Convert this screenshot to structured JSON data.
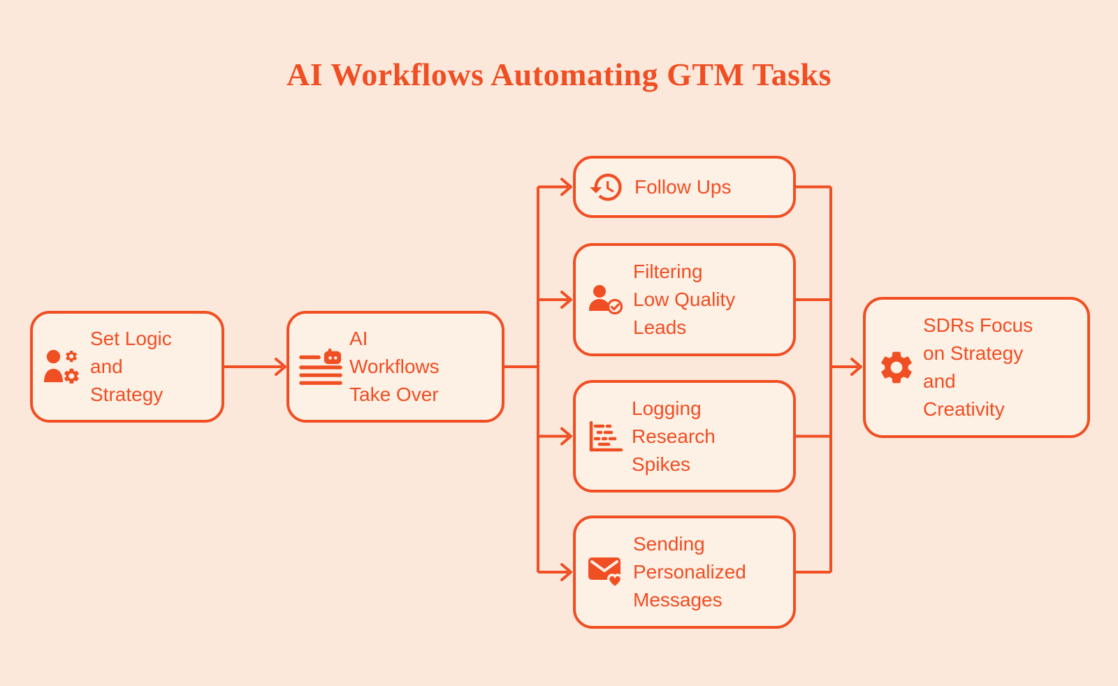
{
  "title": "AI Workflows Automating GTM Tasks",
  "colors": {
    "accent": "#F04E23",
    "background": "#FCE8DA",
    "box_fill": "#FDF0E5"
  },
  "nodes": {
    "set_logic": {
      "icon": "user-gears-icon",
      "lines": [
        "Set Logic",
        "and",
        "Strategy"
      ]
    },
    "ai_workflows": {
      "icon": "robot-checklist-icon",
      "lines": [
        "AI",
        "Workflows",
        "Take Over"
      ]
    },
    "follow_ups": {
      "icon": "history-icon",
      "lines": [
        "Follow Ups"
      ]
    },
    "filtering": {
      "icon": "user-check-icon",
      "lines": [
        "Filtering",
        "Low Quality",
        "Leads"
      ]
    },
    "logging": {
      "icon": "gantt-chart-icon",
      "lines": [
        "Logging",
        "Research",
        "Spikes"
      ]
    },
    "sending": {
      "icon": "mail-heart-icon",
      "lines": [
        "Sending",
        "Personalized",
        "Messages"
      ]
    },
    "sdr_focus": {
      "icon": "gear-icon",
      "lines": [
        "SDRs Focus",
        "on Strategy",
        "and",
        "Creativity"
      ]
    }
  }
}
